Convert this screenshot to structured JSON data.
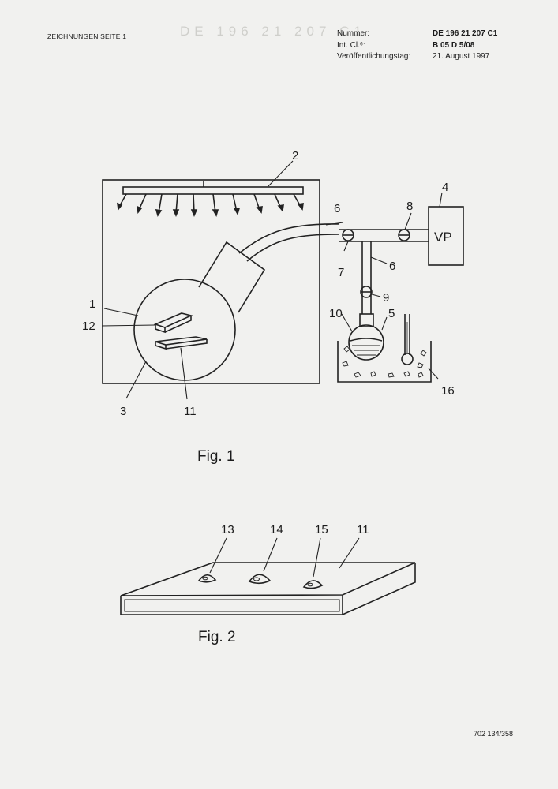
{
  "header": {
    "left": "ZEICHNUNGEN SEITE 1",
    "labels": [
      "Nummer:",
      "Int. Cl.⁶:",
      "Veröffentlichungstag:"
    ],
    "values": [
      "DE 196 21 207 C1",
      "B 05 D 5/08",
      "21. August 1997"
    ]
  },
  "ghost_text": "DE 196 21 207 C1",
  "figure1": {
    "caption": "Fig. 1",
    "pump_label": "VP",
    "refs": {
      "r1": "1",
      "r2": "2",
      "r3": "3",
      "r4": "4",
      "r5": "5",
      "r6a": "6",
      "r6b": "6",
      "r7": "7",
      "r8": "8",
      "r9": "9",
      "r10": "10",
      "r11": "11",
      "r12": "12",
      "r16": "16"
    }
  },
  "figure2": {
    "caption": "Fig. 2",
    "refs": {
      "r13": "13",
      "r14": "14",
      "r15": "15",
      "r11": "11"
    }
  },
  "footer_code": "702 134/358"
}
